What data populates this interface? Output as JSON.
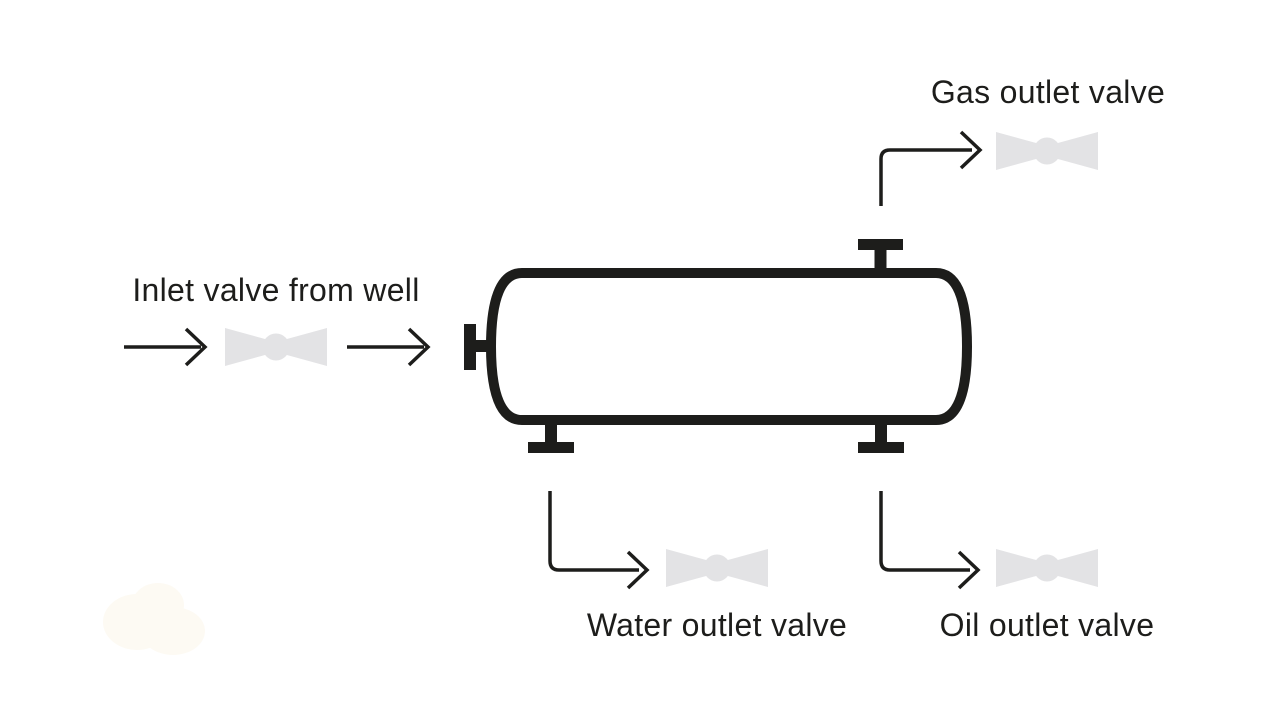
{
  "diagram": {
    "labels": {
      "inlet": "Inlet valve from well",
      "gas": "Gas outlet valve",
      "water": "Water outlet valve",
      "oil": "Oil outlet valve"
    },
    "colors": {
      "background": "#ffffff",
      "line": "#1d1d1b",
      "text": "#1d1d1b",
      "valve_fill": "#e3e3e5",
      "blob": "#fdfaf3"
    },
    "icons": {
      "valve": "bowtie-valve-icon",
      "arrow": "right-arrow-icon",
      "vessel": "horizontal-separator-vessel",
      "nozzle": "flanged-nozzle-icon"
    }
  }
}
